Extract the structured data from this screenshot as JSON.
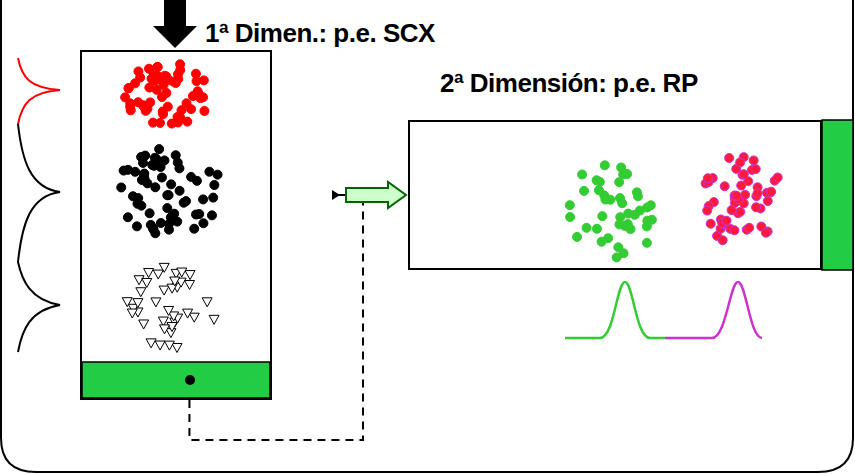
{
  "diagram": {
    "nodes": [
      {
        "text": [
          "1ª Dimen.: p.e. SCX"
        ]
      },
      {
        "text": [
          "2ª Dimensión: p.e. RP"
        ]
      }
    ],
    "edges": [
      {
        "from": 0,
        "to": 1,
        "arrow": "to"
      }
    ]
  }
}
